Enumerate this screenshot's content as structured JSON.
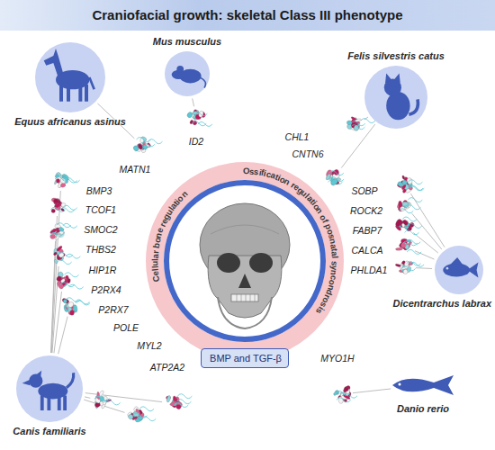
{
  "diagram": {
    "title": "Craniofacial growth: skeletal Class III phenotype",
    "nodes": [
      {
        "text": [
          "Mus musculus"
        ]
      },
      {
        "text": [
          "Felis silvestris catus"
        ]
      },
      {
        "text": [
          "Equus africanus asinus"
        ]
      },
      {
        "text": [
          "Cellular bone regulation",
          "Ossification regulation of posnatal syncondrosis"
        ]
      },
      {
        "text": [
          "BMP and TGF-β"
        ],
        "in": 3
      },
      {
        "text": [
          "Dicentrarchus labrax"
        ]
      },
      {
        "text": [
          "Canis familiaris"
        ]
      },
      {
        "text": [
          "Danio rerio"
        ]
      }
    ],
    "labels": [
      "ID2",
      "CHL1",
      "CNTN6",
      "MATN1",
      "BMP3",
      "TCOF1",
      "SMOC2",
      "SOBP",
      "THBS2",
      "ROCK2",
      "FABP7",
      "HIP1R",
      "CALCA",
      "P2RX4",
      "PHLDA1",
      "P2RX7",
      "POLE",
      "MYL2",
      "ATP2A2",
      "MYO1H"
    ]
  }
}
